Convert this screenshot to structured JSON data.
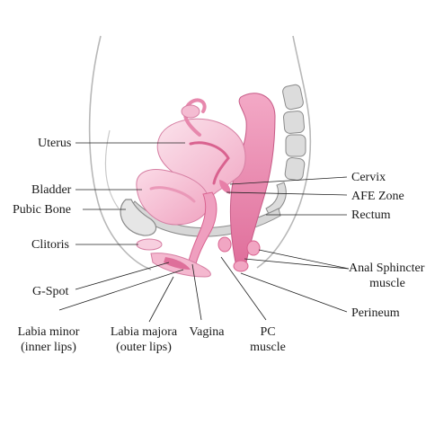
{
  "labels": {
    "uterus": "Uterus",
    "bladder": "Bladder",
    "pubic_bone": "Pubic Bone",
    "clitoris": "Clitoris",
    "g_spot": "G-Spot",
    "labia_minor_1": "Labia minor",
    "labia_minor_2": "(inner lips)",
    "labia_majora_1": "Labia majora",
    "labia_majora_2": "(outer lips)",
    "vagina": "Vagina",
    "pc_1": "PC",
    "pc_2": "muscle",
    "cervix": "Cervix",
    "afe_zone": "AFE Zone",
    "rectum": "Rectum",
    "anal_sphincter_1": "Anal Sphincter",
    "anal_sphincter_2": "muscle",
    "perineum": "Perineum"
  },
  "colors": {
    "tissue_light": "#f6d2e0",
    "tissue_mid": "#ee9dbd",
    "tissue_dark": "#d9628f",
    "bone": "#cfcfcf",
    "outline": "#8a8a8a",
    "leader": "#222222"
  }
}
